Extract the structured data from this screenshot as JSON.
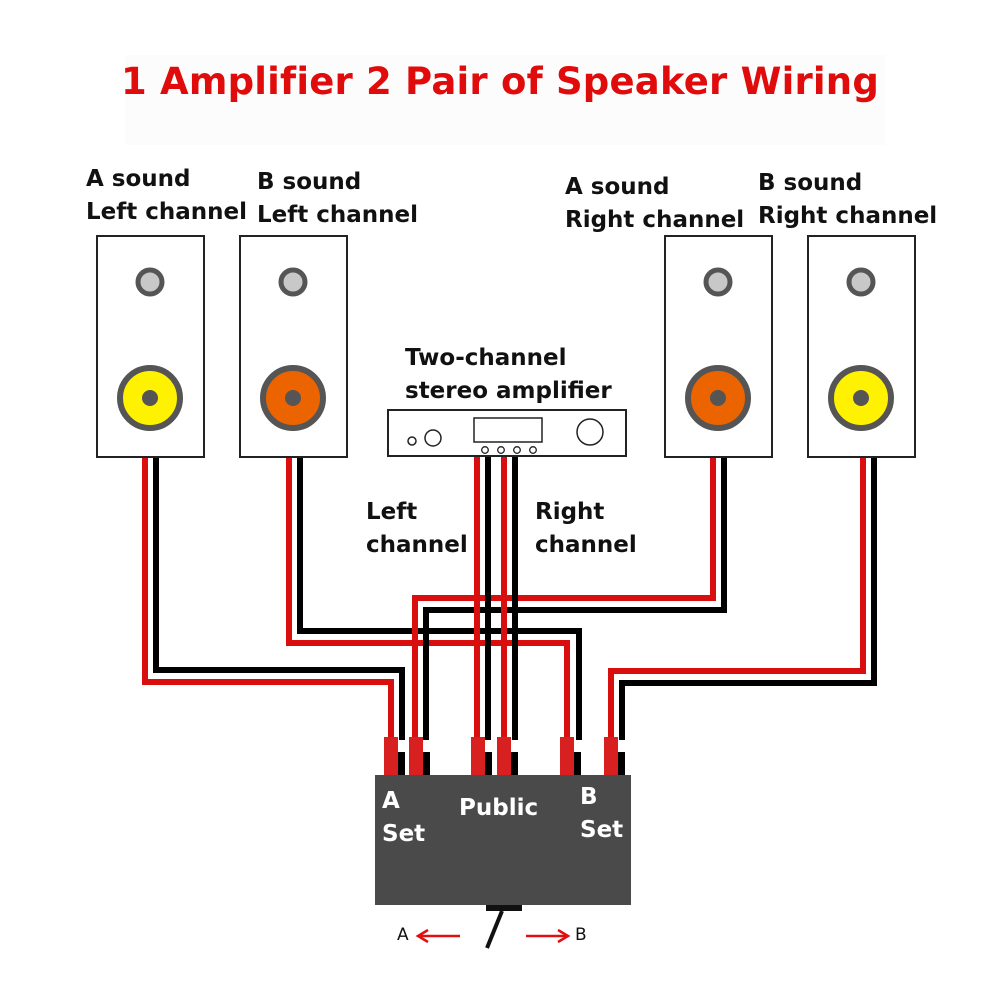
{
  "title": "1 Amplifier 2 Pair of Speaker Wiring",
  "colors": {
    "title": "#e00b0b",
    "wire_positive": "#d90f0f",
    "wire_negative": "#000000",
    "switch_box": "#4a4a4a",
    "woofer_yellow": "#fff200",
    "woofer_orange": "#ec6400",
    "tweeter": "#c8c8c8",
    "driver_ring": "#555555"
  },
  "speakers": [
    {
      "line1": "A sound",
      "line2": "Left channel",
      "woofer_color": "yellow"
    },
    {
      "line1": "B sound",
      "line2": "Left channel",
      "woofer_color": "orange"
    },
    {
      "line1": "A sound",
      "line2": "Right channel",
      "woofer_color": "orange"
    },
    {
      "line1": "B sound",
      "line2": "Right channel",
      "woofer_color": "yellow"
    }
  ],
  "amplifier": {
    "line1": "Two-channel",
    "line2": "stereo amplifier",
    "left_label_1": "Left",
    "left_label_2": "channel",
    "right_label_1": "Right",
    "right_label_2": "channel"
  },
  "switch_box": {
    "a_set_1": "A",
    "a_set_2": "Set",
    "public": "Public",
    "b_set_1": "B",
    "b_set_2": "Set",
    "arrow_a": "A",
    "arrow_b": "B"
  }
}
